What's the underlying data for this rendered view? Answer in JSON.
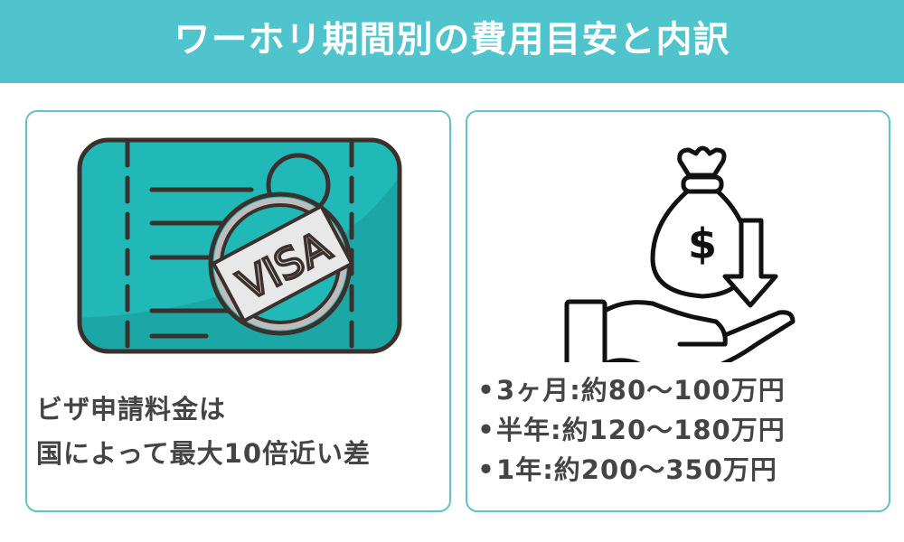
{
  "header": {
    "title": "ワーホリ期間別の費用目安と内訳",
    "background_color": "#4fc4cc"
  },
  "left_card": {
    "illustration": "visa-card-stamp-icon",
    "illustration_text": "VISA",
    "lines": [
      "ビザ申請料金は",
      "国によって最大10倍近い差"
    ]
  },
  "right_card": {
    "illustration": "hand-money-bag-down-arrow-icon",
    "illustration_symbol": "$",
    "bullet": "•",
    "items": [
      {
        "period": "3ヶ月",
        "separator": ":",
        "cost": "約80〜100万円"
      },
      {
        "period": "半年",
        "separator": ":",
        "cost": "約120〜180万円"
      },
      {
        "period": "1年",
        "separator": ":",
        "cost": "約200〜350万円"
      }
    ]
  },
  "colors": {
    "accent": "#4fc4cc",
    "card_border": "#5cc4ca",
    "visa_fill": "#20b9b8",
    "outline": "#3a302c",
    "text": "#444444"
  }
}
